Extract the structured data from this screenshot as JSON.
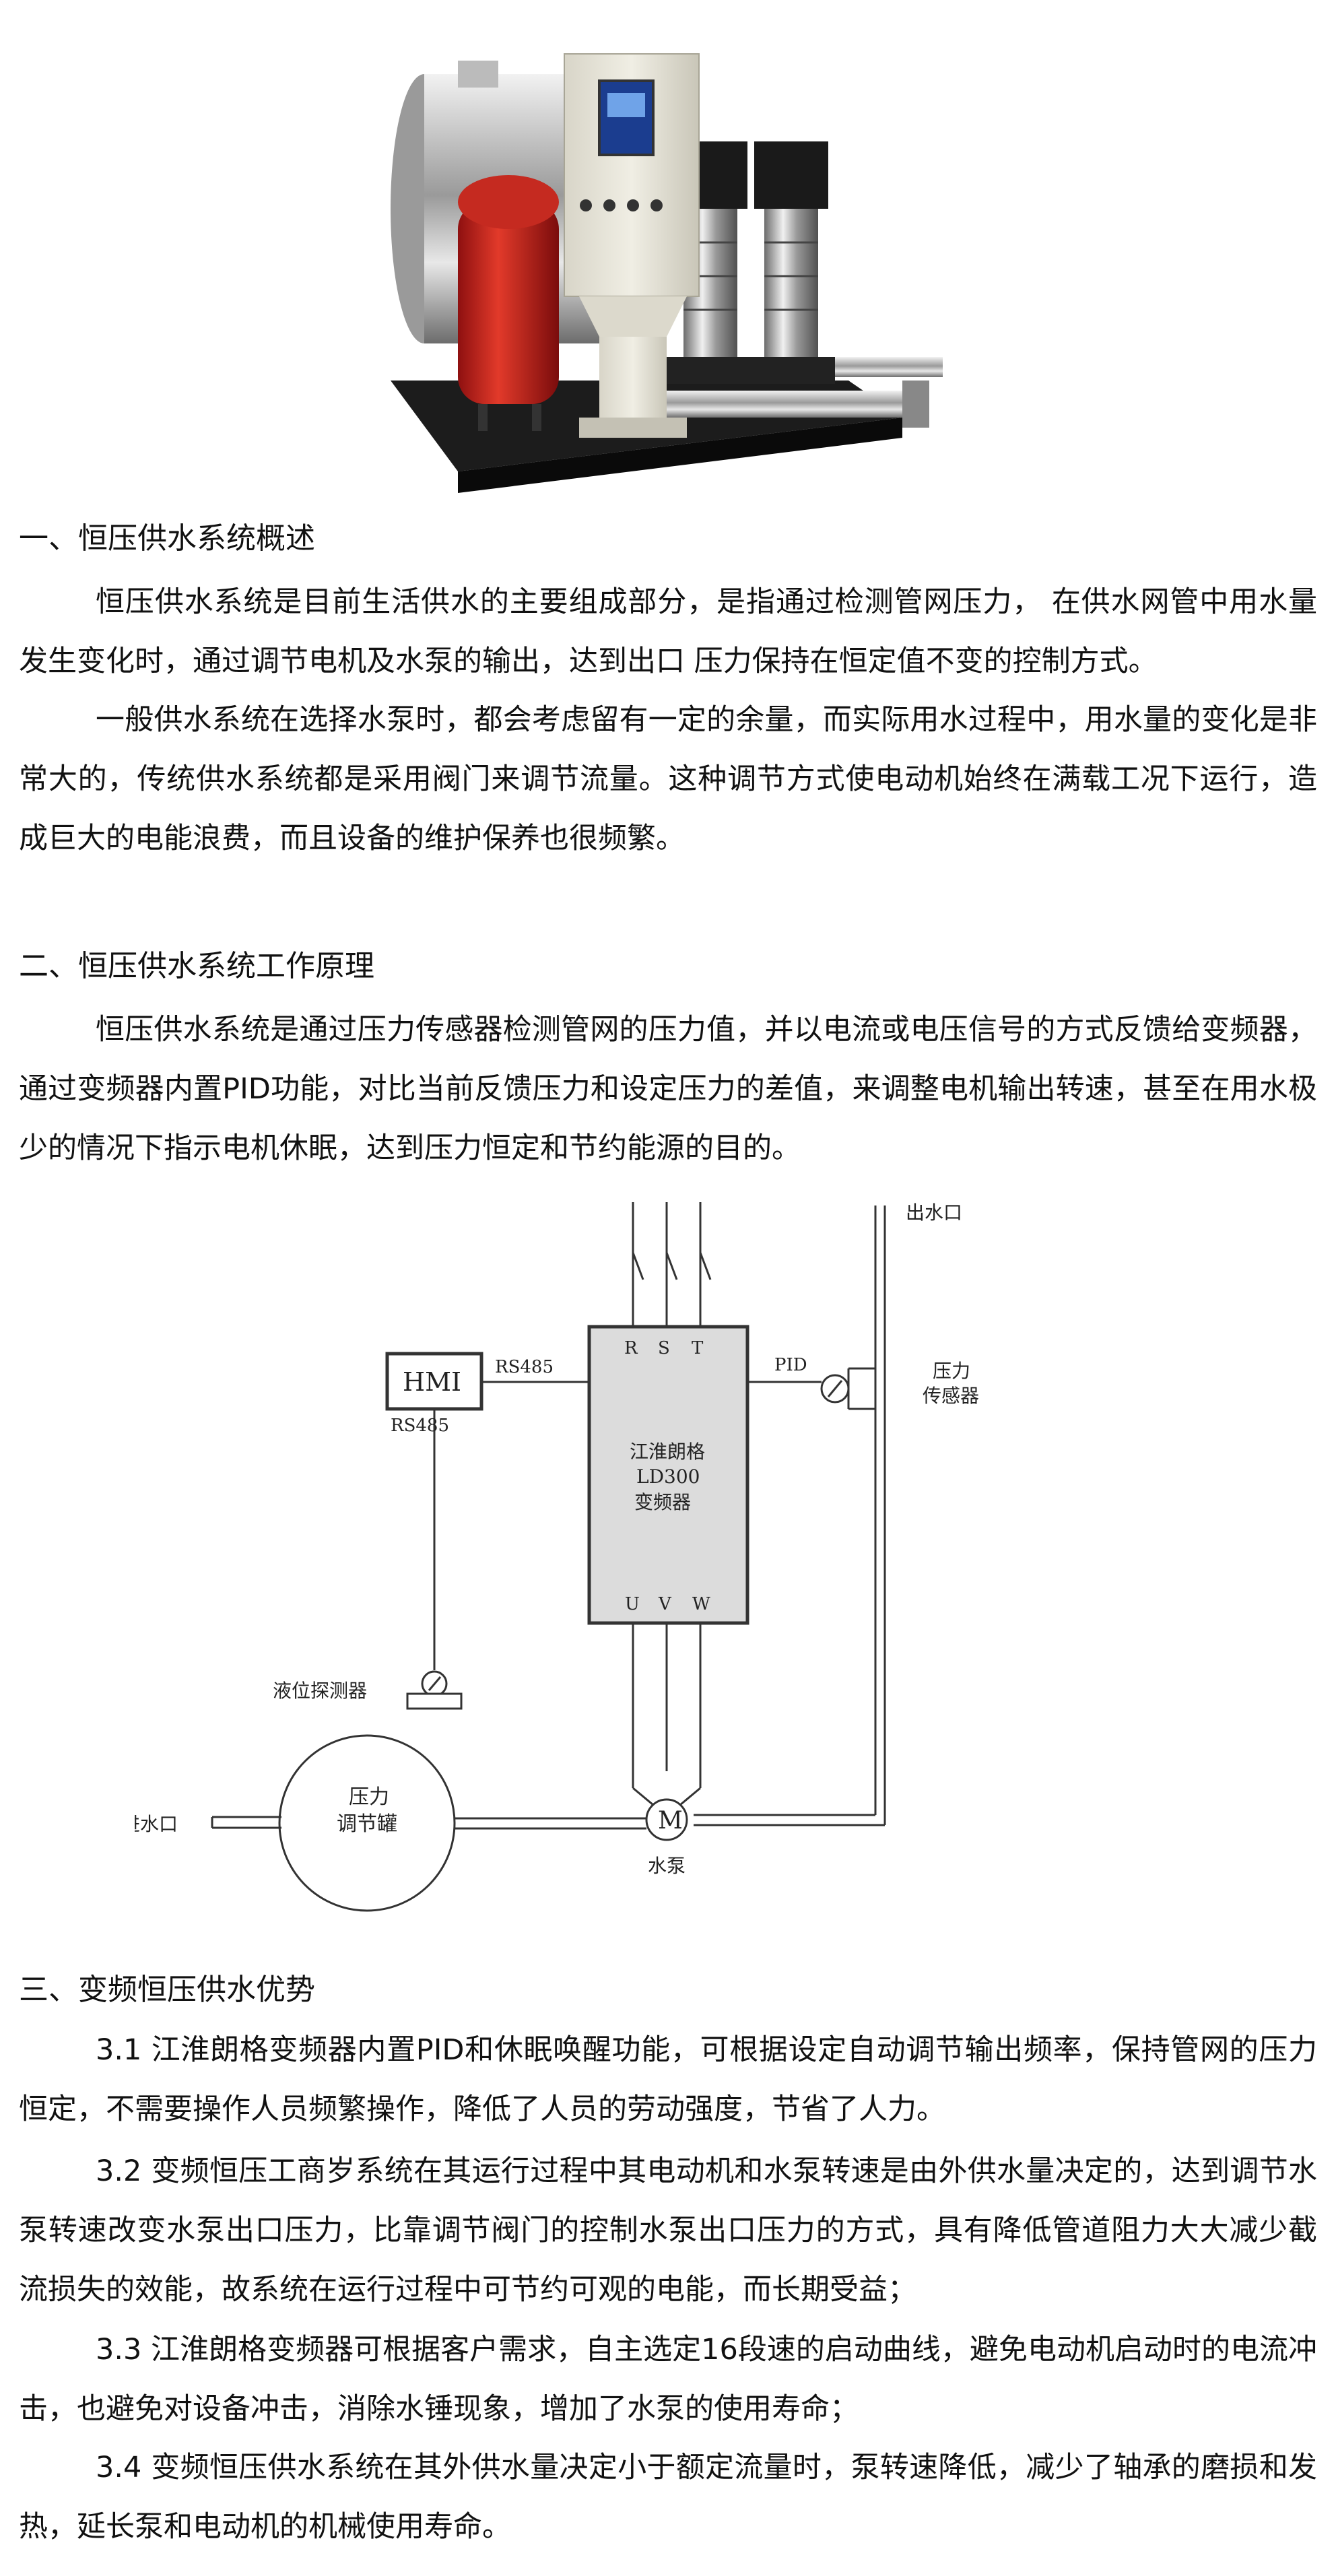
{
  "sections": {
    "s1": {
      "heading": "一、恒压供水系统概述",
      "p1": "恒压供水系统是目前生活供水的主要组成部分，是指通过检测管网压力， 在供水网管中用水量发生变化时，通过调节电机及水泵的输出，达到出口 压力保持在恒定值不变的控制方式。",
      "p2": "一般供水系统在选择水泵时，都会考虑留有一定的余量，而实际用水过程中，用水量的变化是非常大的，传统供水系统都是采用阀门来调节流量。这种调节方式使电动机始终在满载工况下运行，造成巨大的电能浪费，而且设备的维护保养也很频繁。"
    },
    "s2": {
      "heading": "二、恒压供水系统工作原理",
      "p1": "恒压供水系统是通过压力传感器检测管网的压力值，并以电流或电压信号的方式反馈给变频器，通过变频器内置PID功能，对比当前反馈压力和设定压力的差值，来调整电机输出转速，甚至在用水极少的情况下指示电机休眠，达到压力恒定和节约能源的目的。"
    },
    "s3": {
      "heading": "三、变频恒压供水优势",
      "p1": "3.1 江淮朗格变频器内置PID和休眠唤醒功能，可根据设定自动调节输出频率，保持管网的压力恒定，不需要操作人员频繁操作，降低了人员的劳动强度，节省了人力。",
      "p2": "3.2 变频恒压工商岁系统在其运行过程中其电动机和水泵转速是由外供水量决定的，达到调节水泵转速改变水泵出口压力，比靠调节阀门的控制水泵出口压力的方式，具有降低管道阻力大大减少截流损失的效能，故系统在运行过程中可节约可观的电能，而长期受益；",
      "p3": "3.3 江淮朗格变频器可根据客户需求，自主选定16段速的启动曲线，避免电动机启动时的电流冲击，也避免对设备冲击，消除水锤现象，增加了水泵的使用寿命；",
      "p4": "3.4 变频恒压供水系统在其外供水量决定小于额定流量时，泵转速降低，减少了轴承的磨损和发热，延长泵和电动机的机械使用寿命。"
    }
  },
  "diagram": {
    "outlet": "出水口",
    "hmi": "HMI",
    "rs485_top": "RS485",
    "rs485_left": "RS485",
    "terminal_r": "R",
    "terminal_s": "S",
    "terminal_t": "T",
    "pid": "PID",
    "sensor_line1": "压力",
    "sensor_line2": "传感器",
    "inverter_line1": "江淮朗格",
    "inverter_line2": "LD300",
    "inverter_line3": "变频器",
    "terminal_u": "U",
    "terminal_v": "V",
    "terminal_w": "W",
    "level_detector": "液位探测器",
    "tank_line1": "压力",
    "tank_line2": "调节罐",
    "inlet": "进水口",
    "motor": "M",
    "pump": "水泵"
  }
}
